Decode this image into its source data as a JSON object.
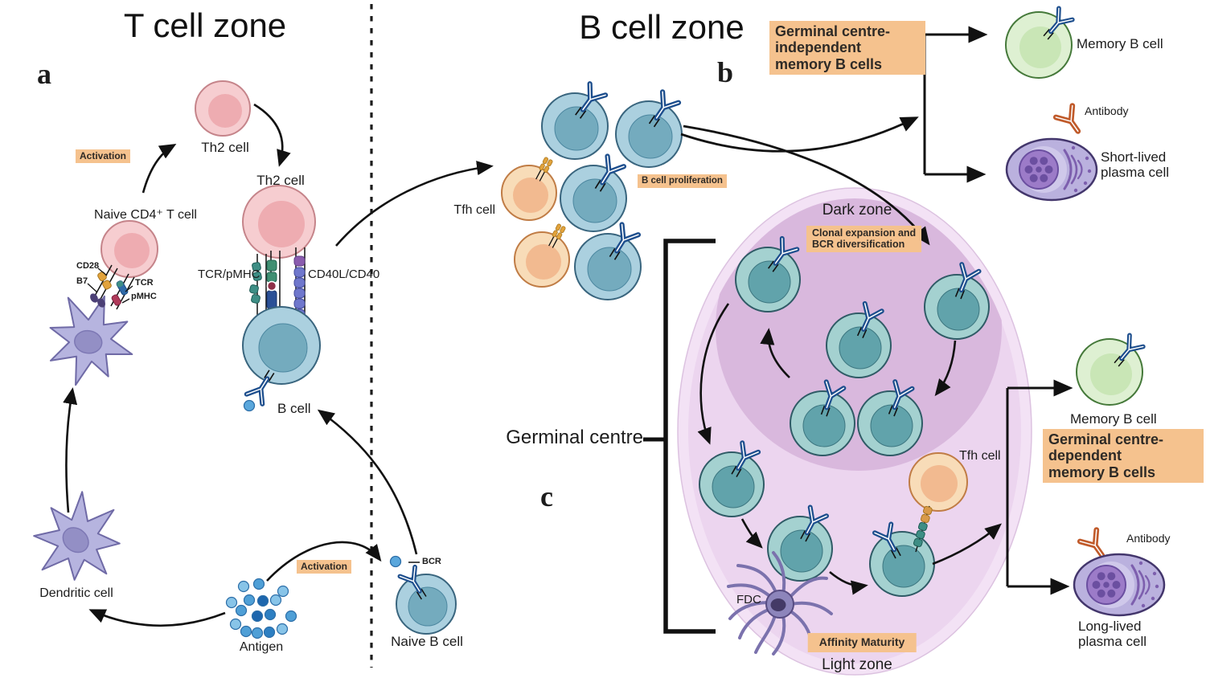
{
  "t_zone": {
    "title": "T cell zone",
    "panel": "a",
    "activation": "Activation",
    "th2_top": "Th2 cell",
    "th2_mid": "Th2 cell",
    "naive_cd4": "Naive CD4⁺ T cell",
    "cd28": "CD28",
    "b7": "B7",
    "tcr": "TCR",
    "pmhc": "pMHC",
    "tcr_pmhc": "TCR/pMHC",
    "cd40": "CD40L/CD40",
    "b_cell": "B cell",
    "dendritic": "Dendritic cell",
    "antigen": "Antigen",
    "activation2": "Activation",
    "bcr": "BCR",
    "naive_b": "Naive B cell"
  },
  "b_zone": {
    "title": "B cell zone",
    "panel": "b",
    "tfh": "Tfh cell",
    "proliferation": "B cell proliferation",
    "gc_independent": "Germinal centre-\nindependent\nmemory B cells",
    "memory_b": "Memory B cell",
    "antibody": "Antibody",
    "short_lived": "Short-lived\nplasma cell"
  },
  "germinal_centre": {
    "label": "Germinal centre",
    "panel": "c",
    "dark_zone": "Dark zone",
    "clonal": "Clonal expansion and\nBCR diversification",
    "tfh": "Tfh cell",
    "fdc": "FDC",
    "affinity": "Affinity Maturity",
    "light_zone": "Light zone",
    "memory_b": "Memory B cell",
    "gc_dependent": "Germinal centre-\ndependent\nmemory B cells",
    "antibody": "Antibody",
    "long_lived": "Long-lived\nplasma cell"
  },
  "colors": {
    "label_box": "#f5c28e",
    "bcr_blue": "#1d4e8d",
    "antibody_orange": "#c05a2a",
    "t_cell_pink": "#f6cdd0",
    "b_cell_teal": "#abd0df",
    "tfh_orange": "#f8dcb8",
    "memory_green": "#def0d2",
    "plasma_purple": "#bab1de",
    "gc_fill": "#ecd5ef",
    "dark_zone_fill": "#d9b8dd"
  }
}
